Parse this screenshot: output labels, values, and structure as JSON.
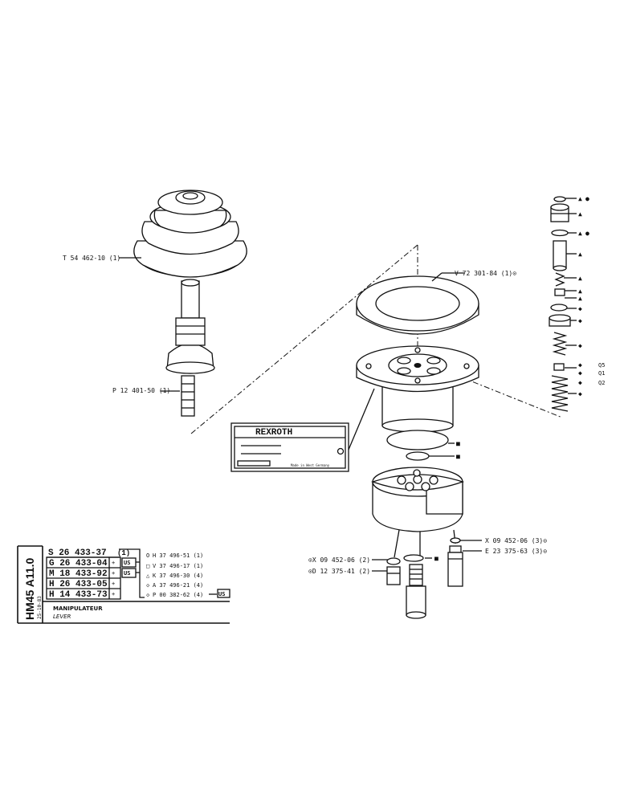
{
  "labels": {
    "knob": "T 54 462-10 (1)",
    "shaft": "P 12 401-50 (1)",
    "ring": "V 72 301-84 (1)⊙",
    "washer": "X 09 452-06 (3)⊙",
    "fitting": "E 23 375-63 (3)⊙",
    "washer2": "⊙X 09 452-06 (2)",
    "fitting2": "⊙D 12 375-41 (2)",
    "q5": "Q5",
    "q1": "Q1",
    "q2": "Q2"
  },
  "plate": {
    "brand": "REXROTH",
    "made_in": "Made in West Germany"
  },
  "title_block": {
    "side_code": "HM45 A11.0",
    "date": "25-10-83",
    "main_ref": "S 26 433-37",
    "main_qty": "(1)",
    "refs": [
      "G 26 433-04",
      "M 18 433-92",
      "H 26 433-05",
      "H 14 433-73"
    ],
    "tag": "US",
    "parts": [
      "H 37 496-51 (1)",
      "V 37 496-17 (1)",
      "K 37 496-30 (4)",
      "A 37 496-21 (4)",
      "P 00 382-62 (4)"
    ],
    "part_marks": [
      "O",
      "□",
      "△",
      "◇",
      "◇"
    ],
    "title_fr": "MANIPULATEUR",
    "title_en": "LEVER"
  },
  "symbols": {
    "triangle": "▲",
    "circle": "●",
    "diamond": "◆",
    "square": "■"
  }
}
